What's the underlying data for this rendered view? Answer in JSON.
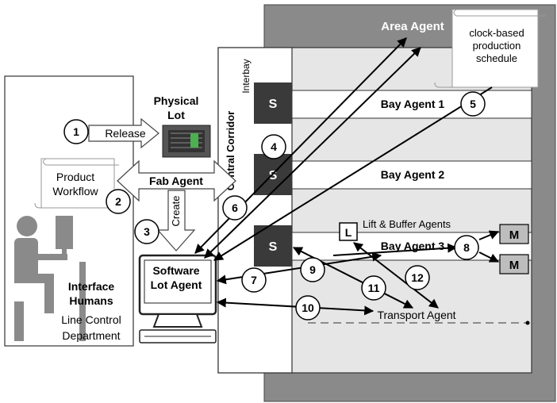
{
  "area_agent": "Area Agent",
  "schedule": {
    "line1": "clock-based",
    "line2": "production",
    "line3": "schedule"
  },
  "corridor": {
    "title": "Central Corridor",
    "sub": "Interbay"
  },
  "bays": {
    "bay1": "Bay Agent 1",
    "bay2": "Bay Agent 2",
    "bay3": "Bay Agent 3"
  },
  "stocker_label": "S",
  "lift_label": "L",
  "machine_label": "M",
  "lift_buffer": "Lift & Buffer Agents",
  "transport": "Transport Agent",
  "physical_lot": {
    "line1": "Physical",
    "line2": "Lot"
  },
  "release": "Release",
  "create": "Create",
  "fab_agent": "Fab Agent",
  "product_workflow": {
    "line1": "Product",
    "line2": "Workflow"
  },
  "software_lot_agent": {
    "line1": "Software",
    "line2": "Lot Agent"
  },
  "humans": {
    "line1": "Interface",
    "line2": "Humans",
    "line3": "Line Control",
    "line4": "Department"
  },
  "steps": [
    "1",
    "2",
    "3",
    "4",
    "5",
    "6",
    "7",
    "8",
    "9",
    "10",
    "11",
    "12"
  ],
  "colors": {
    "dark_gray": "#8a8a8a",
    "light_gray": "#e6e6e6",
    "stocker": "#3a3a3a",
    "machine": "#bdbdbd"
  }
}
